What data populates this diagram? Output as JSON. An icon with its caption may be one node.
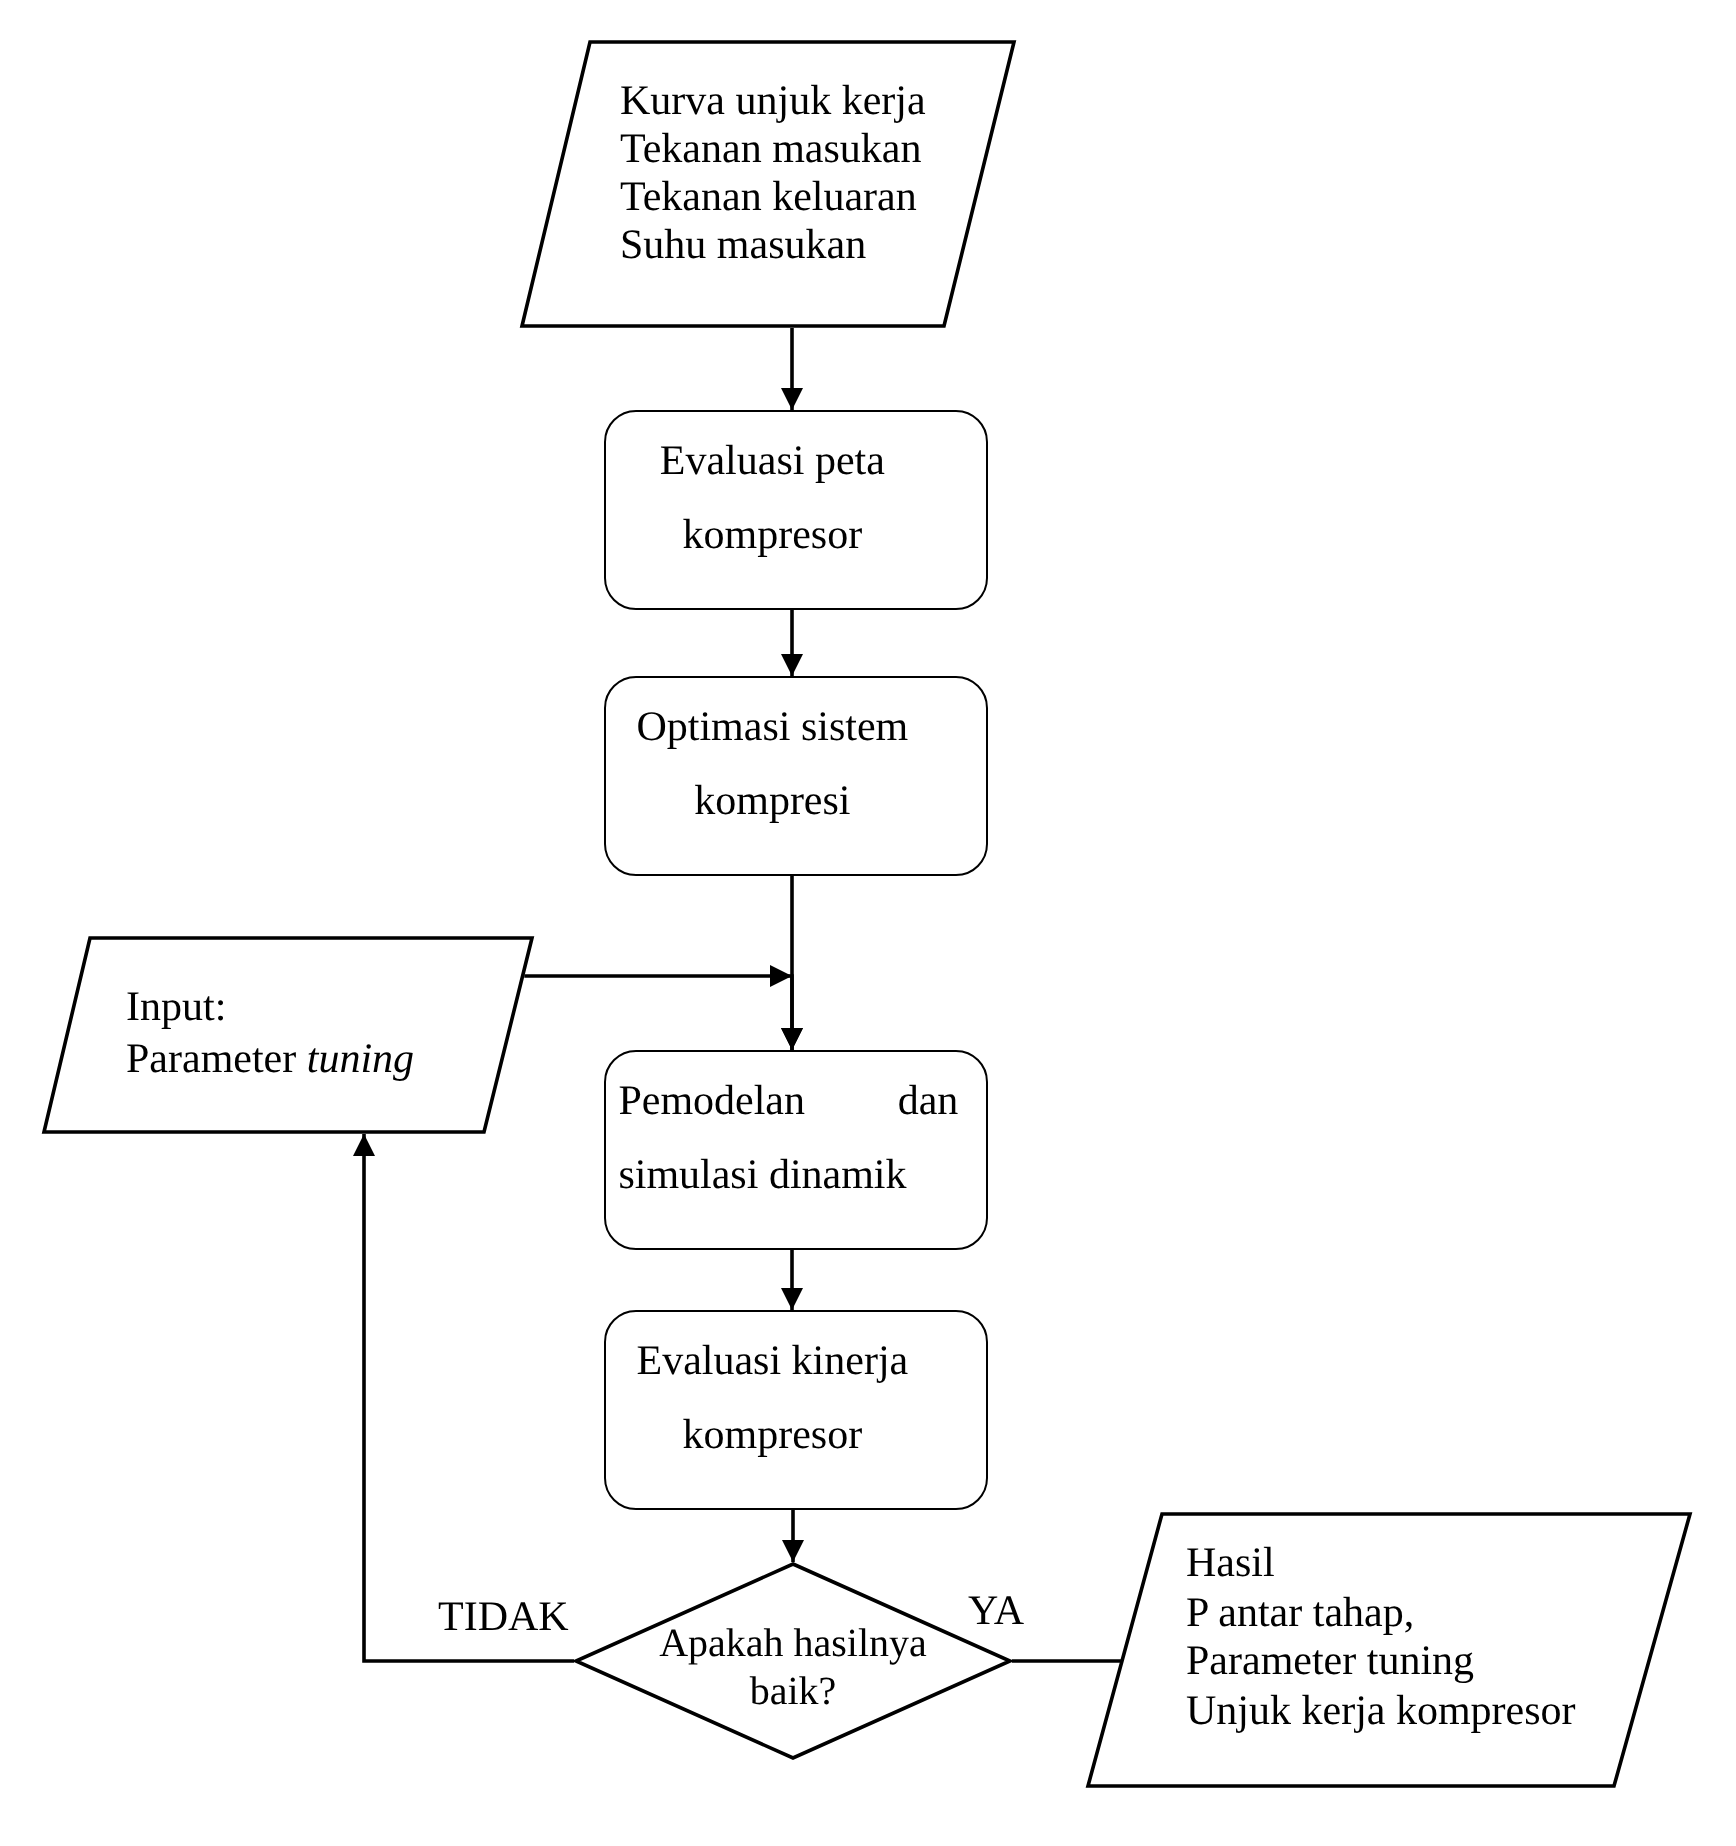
{
  "diagram": {
    "nodes": [
      {
        "text": [
          "Kurva unjuk kerja",
          "Tekanan masukan",
          "Tekanan keluaran",
          "Suhu masukan"
        ]
      },
      {
        "text": [
          "Evaluasi peta kompresor"
        ]
      },
      {
        "text": [
          "Optimasi sistem kompresi"
        ]
      },
      {
        "text": [
          "Input:",
          "Parameter *tuning*"
        ]
      },
      {
        "text": [
          "Pemodelan dan simulasi dinamik"
        ]
      },
      {
        "text": [
          "Evaluasi kinerja kompresor"
        ]
      },
      {
        "text": [
          "Apakah hasilnya baik?"
        ]
      },
      {
        "text": [
          "Hasil",
          "P antar tahap,",
          "Parameter tuning",
          "Unjuk kerja kompresor"
        ]
      }
    ],
    "edges": [
      {
        "from": 0,
        "to": 1,
        "arrow": "to"
      },
      {
        "from": 1,
        "to": 2,
        "arrow": "to"
      },
      {
        "from": 2,
        "to": 4,
        "arrow": "to"
      },
      {
        "from": 3,
        "to": 4,
        "arrow": "to"
      },
      {
        "from": 4,
        "to": 5,
        "arrow": "to"
      },
      {
        "from": 5,
        "to": 6,
        "arrow": "to"
      },
      {
        "from": 6,
        "to": 3,
        "arrow": "to",
        "label": "TIDAK"
      },
      {
        "from": 6,
        "to": 7,
        "arrow": "none",
        "label": "YA"
      }
    ]
  }
}
